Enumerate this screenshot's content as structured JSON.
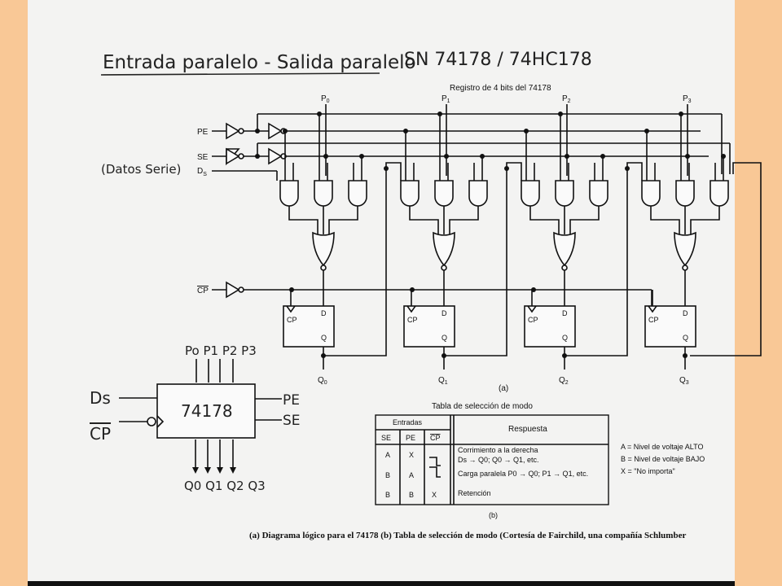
{
  "title": {
    "handwritten": "Entrada paralelo - Salida paralelo",
    "part_no": "SN 74178 / 74HC178"
  },
  "logic_diagram": {
    "caption": "Registro de 4 bits del 74178",
    "inputs": [
      "PE",
      "SE",
      "D",
      "CP"
    ],
    "input_subscript_s": "S",
    "data_inputs": [
      "P",
      "P",
      "P",
      "P"
    ],
    "data_input_subscripts": [
      "0",
      "1",
      "2",
      "3"
    ],
    "serial_note": "(Datos Serie)",
    "ff_labels": {
      "clock": "CP",
      "d": "D",
      "q": "Q"
    },
    "outputs": [
      "Q",
      "Q",
      "Q",
      "Q"
    ],
    "output_subscripts": [
      "0",
      "1",
      "2",
      "3"
    ],
    "part_label": "(a)"
  },
  "chip_symbol": {
    "name": "74178",
    "top_pins": "Po P1 P2 P3",
    "bottom_pins": "Q0 Q1 Q2 Q3",
    "left_pins": [
      "Ds",
      "CP"
    ],
    "right_pins": [
      "PE",
      "SE"
    ]
  },
  "mode_table": {
    "title": "Tabla de selección de modo",
    "group_header": "Entradas",
    "columns": [
      "SE",
      "PE",
      "CP",
      "Respuesta"
    ],
    "rows": [
      {
        "se": "A",
        "pe": "X",
        "resp1": "Corrimiento a la derecha",
        "resp2": "Ds → Q0; Q0 → Q1, etc."
      },
      {
        "se": "B",
        "pe": "A",
        "resp1": "Carga paralela P0 → Q0; P1 → Q1, etc.",
        "resp2": ""
      },
      {
        "se": "B",
        "pe": "B",
        "cp": "X",
        "resp1": "Retención",
        "resp2": ""
      }
    ],
    "part_label": "(b)"
  },
  "legend": [
    "A = Nivel de voltaje ALTO",
    "B = Nivel de voltaje BAJO",
    "X = \"No importa\""
  ],
  "figure_caption": "(a) Diagrama lógico para el 74178 (b) Tabla de selección de modo (Cortesía de Fairchild, una compañía Schlumber"
}
